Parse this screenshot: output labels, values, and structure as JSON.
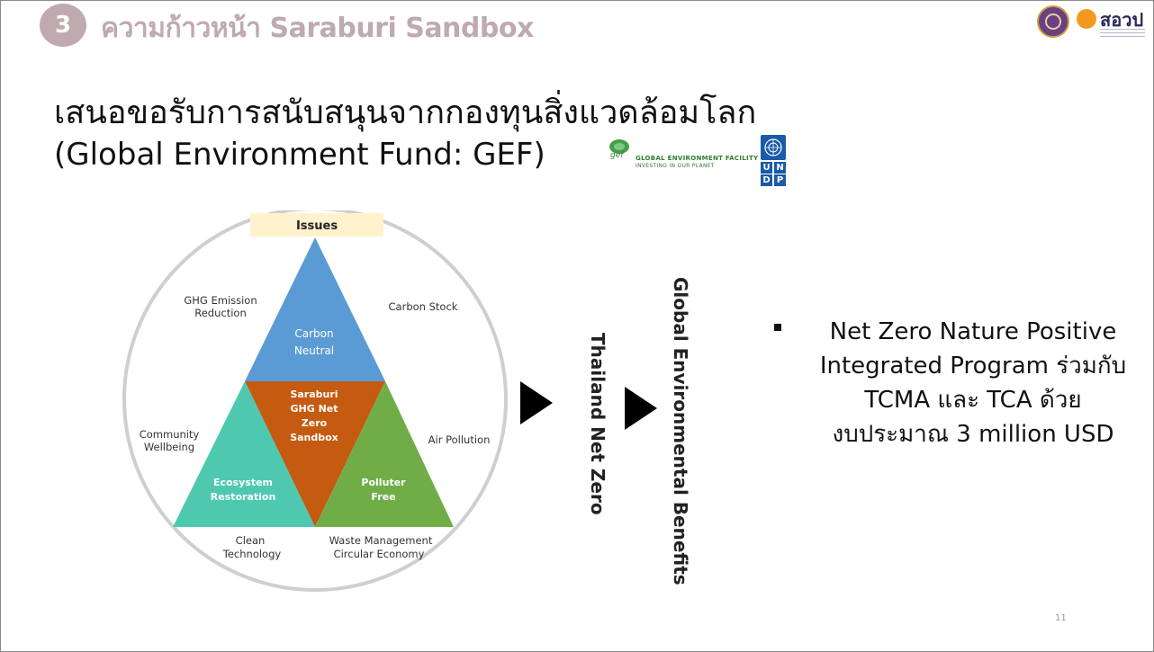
{
  "header": {
    "section_number": "3",
    "section_title": "ความก้าวหน้า Saraburi Sandbox",
    "logo_text": "สอวป"
  },
  "title": {
    "line1": "เสนอขอรับการสนับสนุนจากกองทุนสิ่งแวดล้อมโลก",
    "line2": "(Global Environment Fund: GEF)"
  },
  "gef_logo": {
    "abbr": "gef",
    "name": "GLOBAL ENVIRONMENT FACILITY",
    "tagline": "INVESTING IN OUR PLANET"
  },
  "undp_logo": {
    "letters": [
      "U",
      "N",
      "D",
      "P"
    ]
  },
  "diagram": {
    "issues_label": "Issues",
    "outer_labels": {
      "ghg": [
        "GHG Emission",
        "Reduction"
      ],
      "carbon_stock": [
        "Carbon Stock"
      ],
      "community": [
        "Community",
        "Wellbeing"
      ],
      "air": [
        "Air Pollution"
      ],
      "clean": [
        "Clean",
        "Technology"
      ],
      "waste": [
        "Waste Management",
        "Circular Economy"
      ]
    },
    "triangles": {
      "top": [
        "Carbon",
        "Neutral"
      ],
      "center": [
        "Saraburi",
        "GHG Net",
        "Zero",
        "Sandbox"
      ],
      "left": [
        "Ecosystem",
        "Restoration"
      ],
      "right": [
        "Polluter",
        "Free"
      ]
    },
    "colors": {
      "top": "#5b9bd5",
      "center": "#c55a11",
      "left": "#4ec9b0",
      "right": "#70ad47",
      "circle": "#cfcfcf",
      "issues_bg": "#fff2cc"
    }
  },
  "flow": {
    "step1": "Thailand Net Zero",
    "step2": "Global Environmental Benefits"
  },
  "bullet": {
    "lines": [
      "Net Zero Nature Positive",
      "Integrated Program ร่วมกับ",
      "TCMA และ TCA ด้วย",
      "งบประมาณ 3 million USD"
    ]
  },
  "page_number": "11"
}
